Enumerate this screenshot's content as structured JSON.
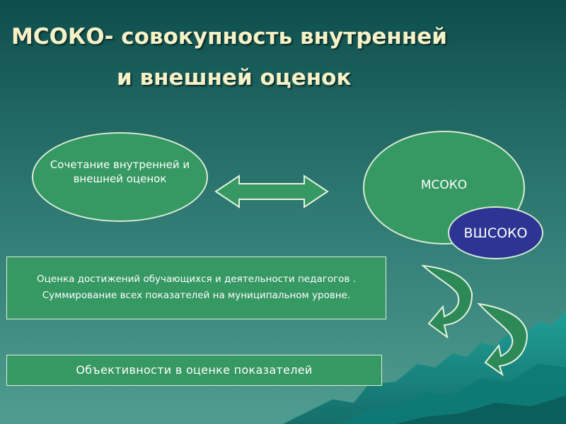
{
  "title": {
    "line1": "МСОКО- совокупность внутренней",
    "line2": "и внешней оценок"
  },
  "left_ellipse": {
    "text": "Сочетание внутренней и внешней оценок"
  },
  "right_ellipse": {
    "text": "МСОКО"
  },
  "small_ellipse": {
    "text": "ВШСОКО"
  },
  "box_assessment": {
    "line1": "Оценка достижений  обучающихся и деятельности педагогов .",
    "line2": "Суммирование  всех показателей на муниципальном уровне."
  },
  "box_objectivity": {
    "text": "Объективности  в оценке показателей"
  },
  "colors": {
    "background_top": "#0e4e4c",
    "background_bottom": "#4f9d90",
    "shape_fill": "#369862",
    "small_ellipse_fill": "#2c3593",
    "title_text": "#f6f2c8",
    "mountains": "#148a86"
  },
  "icons": [
    "double-arrow-icon",
    "curved-arrow-icon",
    "curved-arrow-icon"
  ]
}
